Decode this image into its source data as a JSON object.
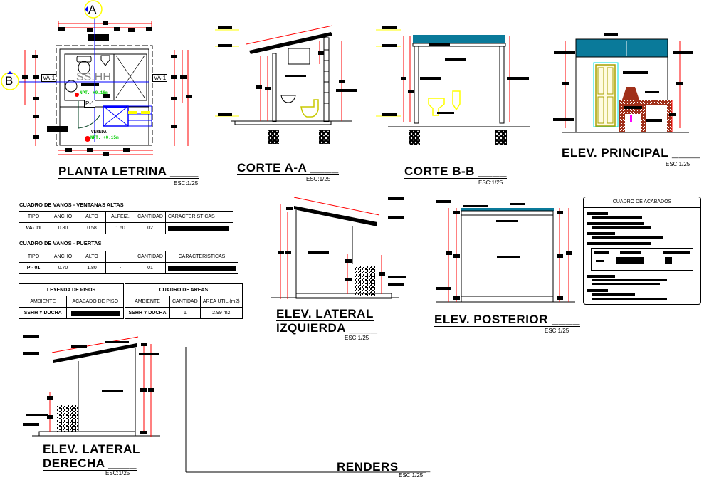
{
  "sheet": {
    "drawings": [
      {
        "id": "planta",
        "title": "PLANTA LETRINA ____",
        "scale": "ESC:1/25"
      },
      {
        "id": "corte-a",
        "title": "CORTE A-A ____",
        "scale": "ESC:1/25"
      },
      {
        "id": "corte-b",
        "title": "CORTE B-B ____",
        "scale": "ESC:1/25"
      },
      {
        "id": "elev-principal",
        "title": "ELEV. PRINCIPAL ____",
        "scale": "ESC:1/25"
      },
      {
        "id": "elev-lat-izq",
        "title_line1": "ELEV. LATERAL",
        "title_line2": "IZQUIERDA ____",
        "scale": "ESC:1/25"
      },
      {
        "id": "elev-posterior",
        "title": "ELEV. POSTERIOR ____",
        "scale": "ESC:1/25"
      },
      {
        "id": "elev-lat-der",
        "title_line1": "ELEV. LATERAL",
        "title_line2": "DERECHA ____",
        "scale": "ESC:1/25"
      },
      {
        "id": "renders",
        "title": "RENDERS ____",
        "scale": "ESC:1/25"
      }
    ]
  },
  "plan": {
    "section_a": "A",
    "section_b": "B",
    "room_label": "SS.HH",
    "window_left": "VA-1",
    "window_right": "VA-1",
    "door_tag": "P-1",
    "level_1": "NPT. +0.18m",
    "level_2": "NPT. +0.15m",
    "vereda_label": "VEREDA"
  },
  "ventanas": {
    "caption": "CUADRO DE VANOS - VENTANAS ALTAS",
    "headers": [
      "TIPO",
      "ANCHO",
      "ALTO",
      "ALFEIZ.",
      "CANTIDAD",
      "CARACTERISTICAS"
    ],
    "rows": [
      [
        "VA- 01",
        "0.80",
        "0.58",
        "1.60",
        "02",
        ""
      ]
    ]
  },
  "puertas": {
    "caption": "CUADRO DE VANOS - PUERTAS",
    "headers": [
      "TIPO",
      "ANCHO",
      "ALTO",
      "",
      "CANTIDAD",
      "CARACTERISTICAS"
    ],
    "rows": [
      [
        "P - 01",
        "0.70",
        "1.80",
        "-",
        "01",
        ""
      ]
    ]
  },
  "pisos": {
    "caption": "LEYENDA DE PISOS",
    "headers": [
      "AMBIENTE",
      "ACABADO DE PISO"
    ],
    "rows": [
      [
        "SSHH Y DUCHA",
        ""
      ]
    ]
  },
  "areas": {
    "caption": "CUADRO DE AREAS",
    "headers": [
      "AMBIENTE",
      "CANTIDAD",
      "AREA UTIL (m2)"
    ],
    "rows": [
      [
        "SSHH Y DUCHA",
        "1",
        "2.99 m2"
      ]
    ]
  },
  "acabados": {
    "caption": "CUADRO DE ACABADOS"
  },
  "colors": {
    "roof": "#0a7a9a",
    "dimension": "#ff0000",
    "axis": "#0000ff",
    "level_marker": "#ffff00",
    "fixture": "#c8c800",
    "door": "#a8a000",
    "brick": "#a0301a",
    "npt_text": "#00cc00"
  }
}
